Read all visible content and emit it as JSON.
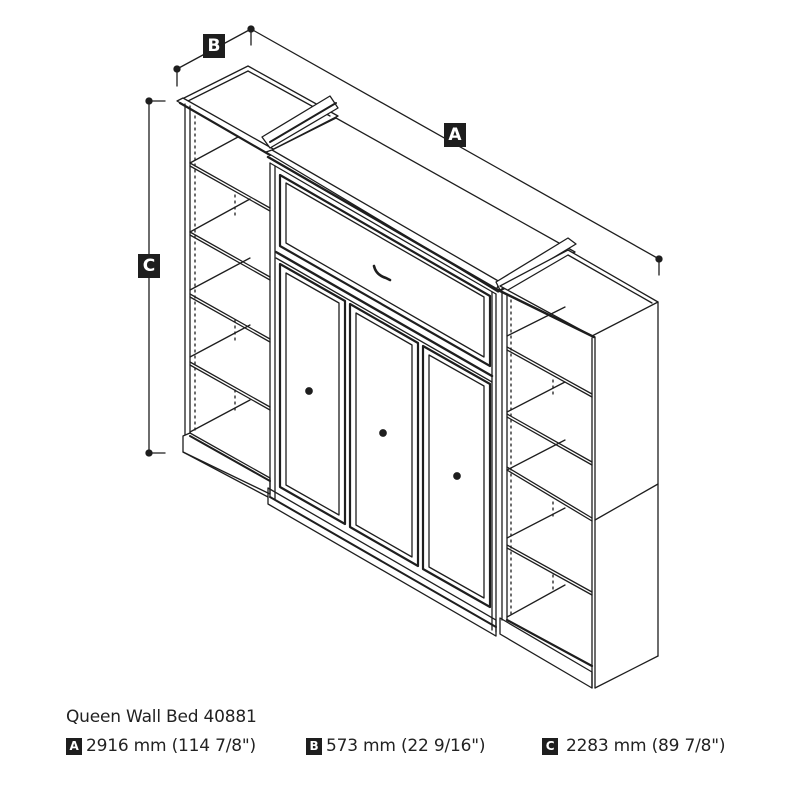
{
  "product": {
    "title": "Queen Wall Bed 40881"
  },
  "dimension_labels": {
    "A": "A",
    "B": "B",
    "C": "C"
  },
  "specs": [
    {
      "key": "A",
      "label": "A",
      "value": "2916 mm (114 7/8\")",
      "meaning": "width"
    },
    {
      "key": "B",
      "label": "B",
      "value": "573 mm (22 9/16\")",
      "meaning": "depth"
    },
    {
      "key": "C",
      "label": "C",
      "value": "2283 mm (89 7/8\")",
      "meaning": "height"
    }
  ],
  "drawing": {
    "subject": "isometric line drawing of wall bed with two flanking bookcase towers",
    "components": [
      "left-bookcase-tower",
      "wall-bed-cabinet",
      "top-drawer-panel",
      "three-door-panels",
      "right-bookcase-tower"
    ],
    "line_color": "#1e1e1e",
    "background": "#ffffff"
  }
}
